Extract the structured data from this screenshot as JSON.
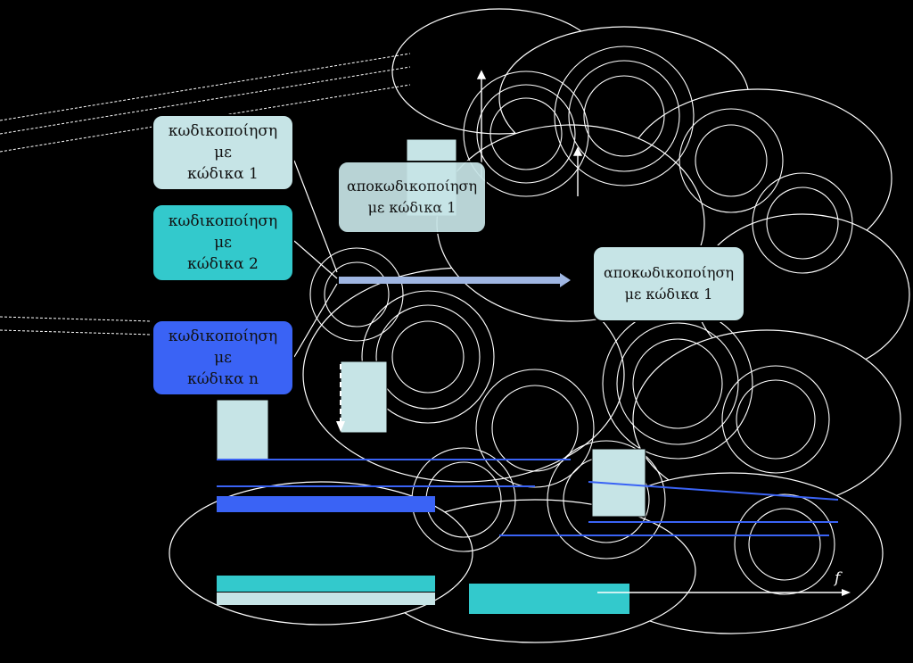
{
  "encoders": [
    {
      "line1": "κωδικοποίηση με",
      "line2": "κώδικα 1",
      "color": "#c6e4e6"
    },
    {
      "line1": "κωδικοποίηση με",
      "line2": "κώδικα 2",
      "color": "#33c9cc"
    },
    {
      "line1": "κωδικοποίηση με",
      "line2": "κώδικα n",
      "color": "#3a63f5"
    }
  ],
  "decoders": [
    {
      "line1": "αποκωδικοποίηση",
      "line2": "με κώδικα 1",
      "color": "#c6e4e6"
    },
    {
      "line1": "αποκωδικοποίηση",
      "line2": "με κώδικα 1",
      "color": "#c6e4e6"
    }
  ],
  "axis_label": "f",
  "colors": {
    "light": "#c6e4e6",
    "teal": "#33c9cc",
    "blue": "#3a63f5",
    "background": "#000000"
  }
}
